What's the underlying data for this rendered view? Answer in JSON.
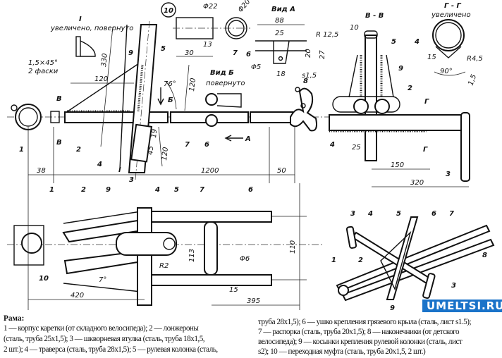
{
  "drawing": {
    "part_badge": "10",
    "detail_I": {
      "title": "I",
      "subtitle": "увеличено, повернуто",
      "chamfer": "1,5×45°",
      "chamfer_note": "2 фаски"
    },
    "view_A": {
      "title": "Вид А",
      "dims": [
        "88",
        "25",
        "R 12,5",
        "20",
        "27",
        "Φ5",
        "18",
        "s1,5"
      ]
    },
    "view_B": {
      "title": "Вид Б",
      "subtitle": "повернуто"
    },
    "section_VV": {
      "title": "В - В",
      "dims": [
        "10",
        "25",
        "150",
        "320"
      ]
    },
    "section_GG": {
      "title": "Г - Г",
      "subtitle": "увеличено",
      "dims": [
        "15",
        "90°",
        "R4,5",
        "1,5"
      ]
    },
    "coupling_dims": [
      "Φ22",
      "Φ20",
      "30",
      "13"
    ],
    "side_view_dims": [
      "330",
      "120",
      "76°",
      "120",
      "19",
      "45",
      "120",
      "38",
      "1200",
      "50"
    ],
    "plan_view_dims": [
      "110",
      "113",
      "Φ6",
      "R2",
      "15",
      "420",
      "395",
      "7°"
    ],
    "markers": {
      "B": "Б",
      "A": "А",
      "V": "В",
      "G": "Г",
      "I": "I"
    },
    "callouts": [
      "1",
      "2",
      "3",
      "4",
      "5",
      "6",
      "7",
      "8",
      "9",
      "10"
    ]
  },
  "caption": {
    "title": "Рама:",
    "left_lines": [
      "1 — корпус каретки (от складного велосипеда); 2 — лонжероны",
      "(сталь, труба 25х1,5); 3 — шкворневая втулка (сталь, труба 18х1,5,",
      "2 шт.); 4 — траверса (сталь, труба 28х1,5); 5 — рулевая колонка (сталь,"
    ],
    "right_lines": [
      "труба 28х1,5); 6 — ушко крепления грязевого крыла (сталь, лист s1.5);",
      "7 — распорка (сталь, труба 20х1,5); 8 — наконечники (от детского",
      "велосипеда); 9 — косынки крепления рулевой колонки (сталь, лист",
      "s2); 10 — переходная муфта (сталь, труба 20х1,5, 2 шт.)"
    ]
  },
  "watermark": "UMELTSI.RU"
}
